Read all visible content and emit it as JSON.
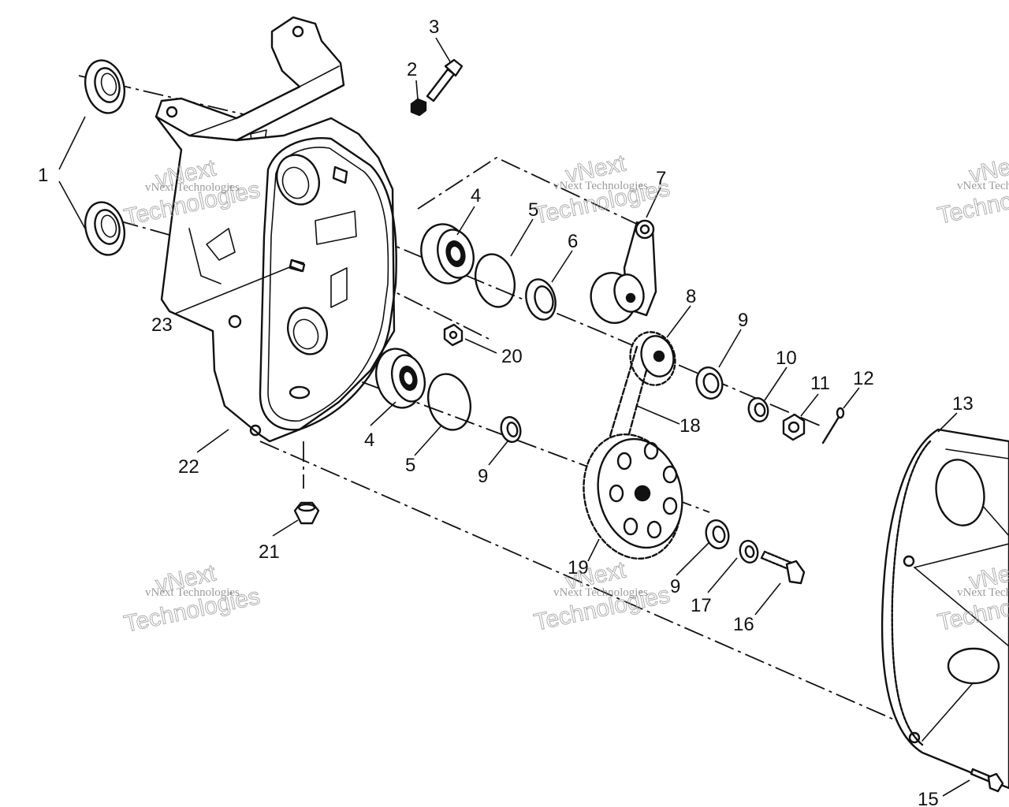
{
  "callouts": {
    "c1": "1",
    "c2": "2",
    "c3": "3",
    "c4a": "4",
    "c4b": "4",
    "c5a": "5",
    "c5b": "5",
    "c6": "6",
    "c7": "7",
    "c8": "8",
    "c9a": "9",
    "c9b": "9",
    "c9c": "9",
    "c10": "10",
    "c11": "11",
    "c12": "12",
    "c13": "13",
    "c15": "15",
    "c16": "16",
    "c17": "17",
    "c18": "18",
    "c19": "19",
    "c20": "20",
    "c21": "21",
    "c22": "22",
    "c23": "23"
  },
  "watermark": {
    "small": "vNext Technologies",
    "big_top": "vNext",
    "big_bottom": "Technologies"
  },
  "colors": {
    "ink": "#111111",
    "paper": "#ffffff",
    "watermark": "#8a8a8a"
  }
}
